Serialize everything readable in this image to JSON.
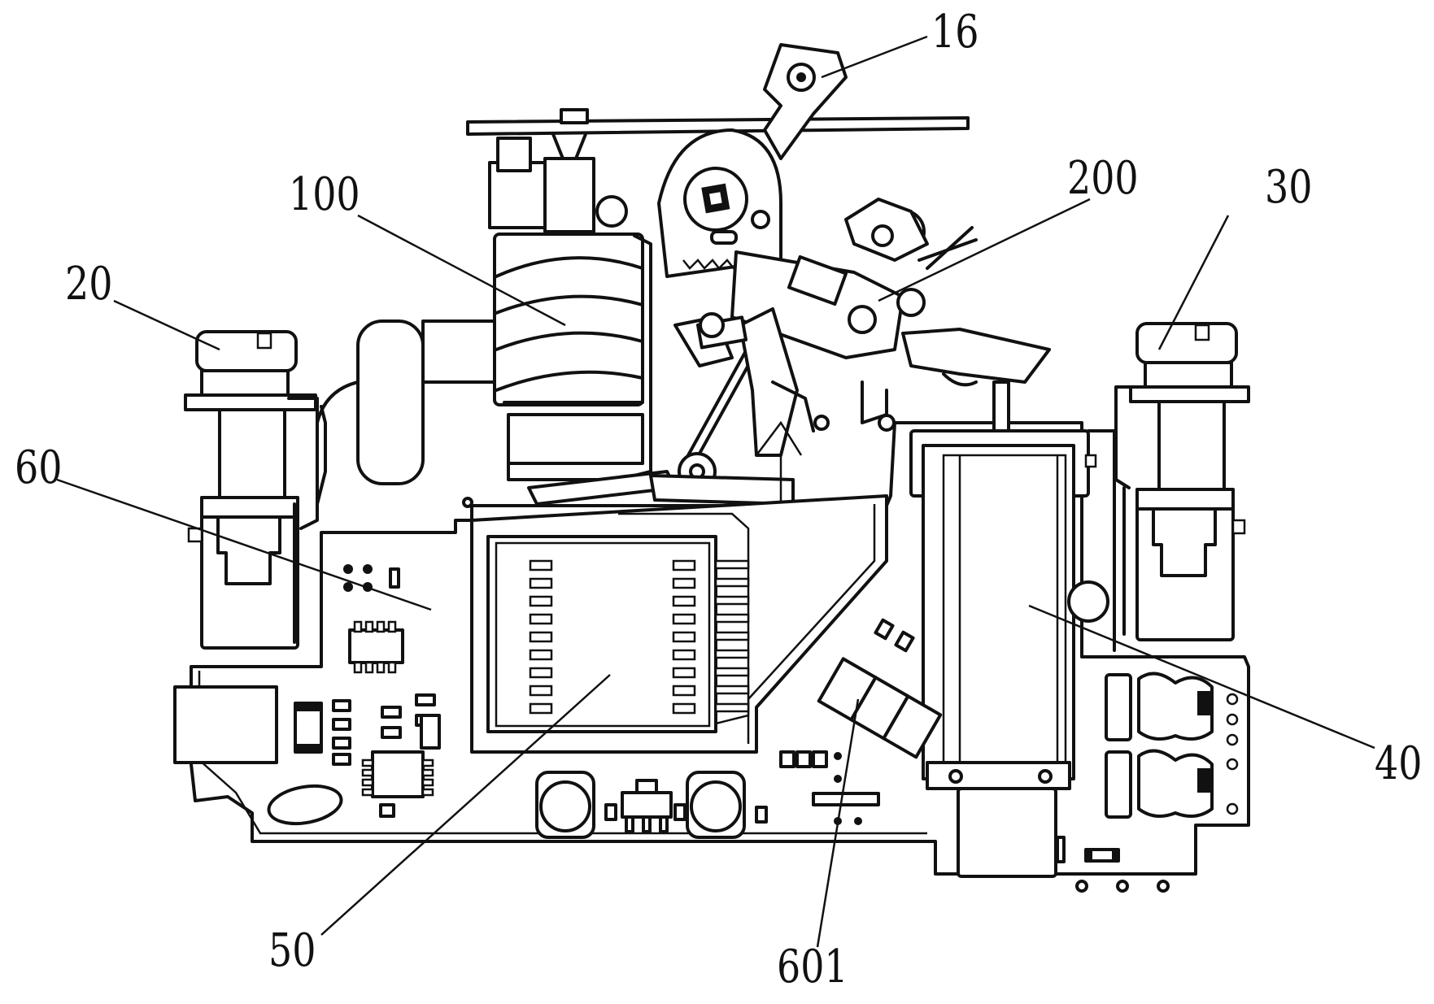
{
  "labels": [
    {
      "key": "l16",
      "text": "16"
    },
    {
      "key": "l100",
      "text": "100"
    },
    {
      "key": "l200",
      "text": "200"
    },
    {
      "key": "l30",
      "text": "30"
    },
    {
      "key": "l20",
      "text": "20"
    },
    {
      "key": "l60",
      "text": "60"
    },
    {
      "key": "l40",
      "text": "40"
    },
    {
      "key": "l50",
      "text": "50"
    },
    {
      "key": "l601",
      "text": "601"
    }
  ]
}
